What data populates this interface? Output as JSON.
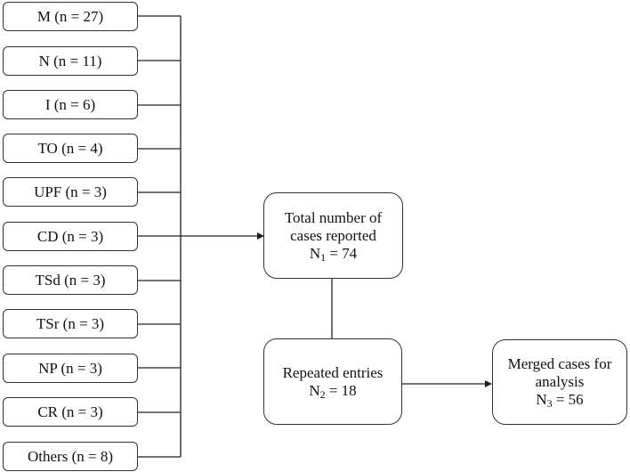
{
  "sources": [
    {
      "label": "M (n = 27)"
    },
    {
      "label": "N (n = 11)"
    },
    {
      "label": "I (n = 6)"
    },
    {
      "label": "TO (n = 4)"
    },
    {
      "label": "UPF (n = 3)"
    },
    {
      "label": "CD (n = 3)"
    },
    {
      "label": "TSd (n = 3)"
    },
    {
      "label": "TSr (n = 3)"
    },
    {
      "label": "NP (n = 3)"
    },
    {
      "label": "CR (n = 3)"
    },
    {
      "label": "Others (n = 8)"
    }
  ],
  "total": {
    "line1": "Total number of",
    "line2": "cases reported",
    "n_symbol": "N",
    "n_sub": "1",
    "n_value": " = 74"
  },
  "repeated": {
    "line1": "Repeated entries",
    "n_symbol": "N",
    "n_sub": "2",
    "n_value": " = 18"
  },
  "merged": {
    "line1": "Merged cases for",
    "line2": "analysis",
    "n_symbol": "N",
    "n_sub": "3",
    "n_value": " = 56"
  },
  "colors": {
    "stroke": "#333333",
    "text": "#111111"
  }
}
